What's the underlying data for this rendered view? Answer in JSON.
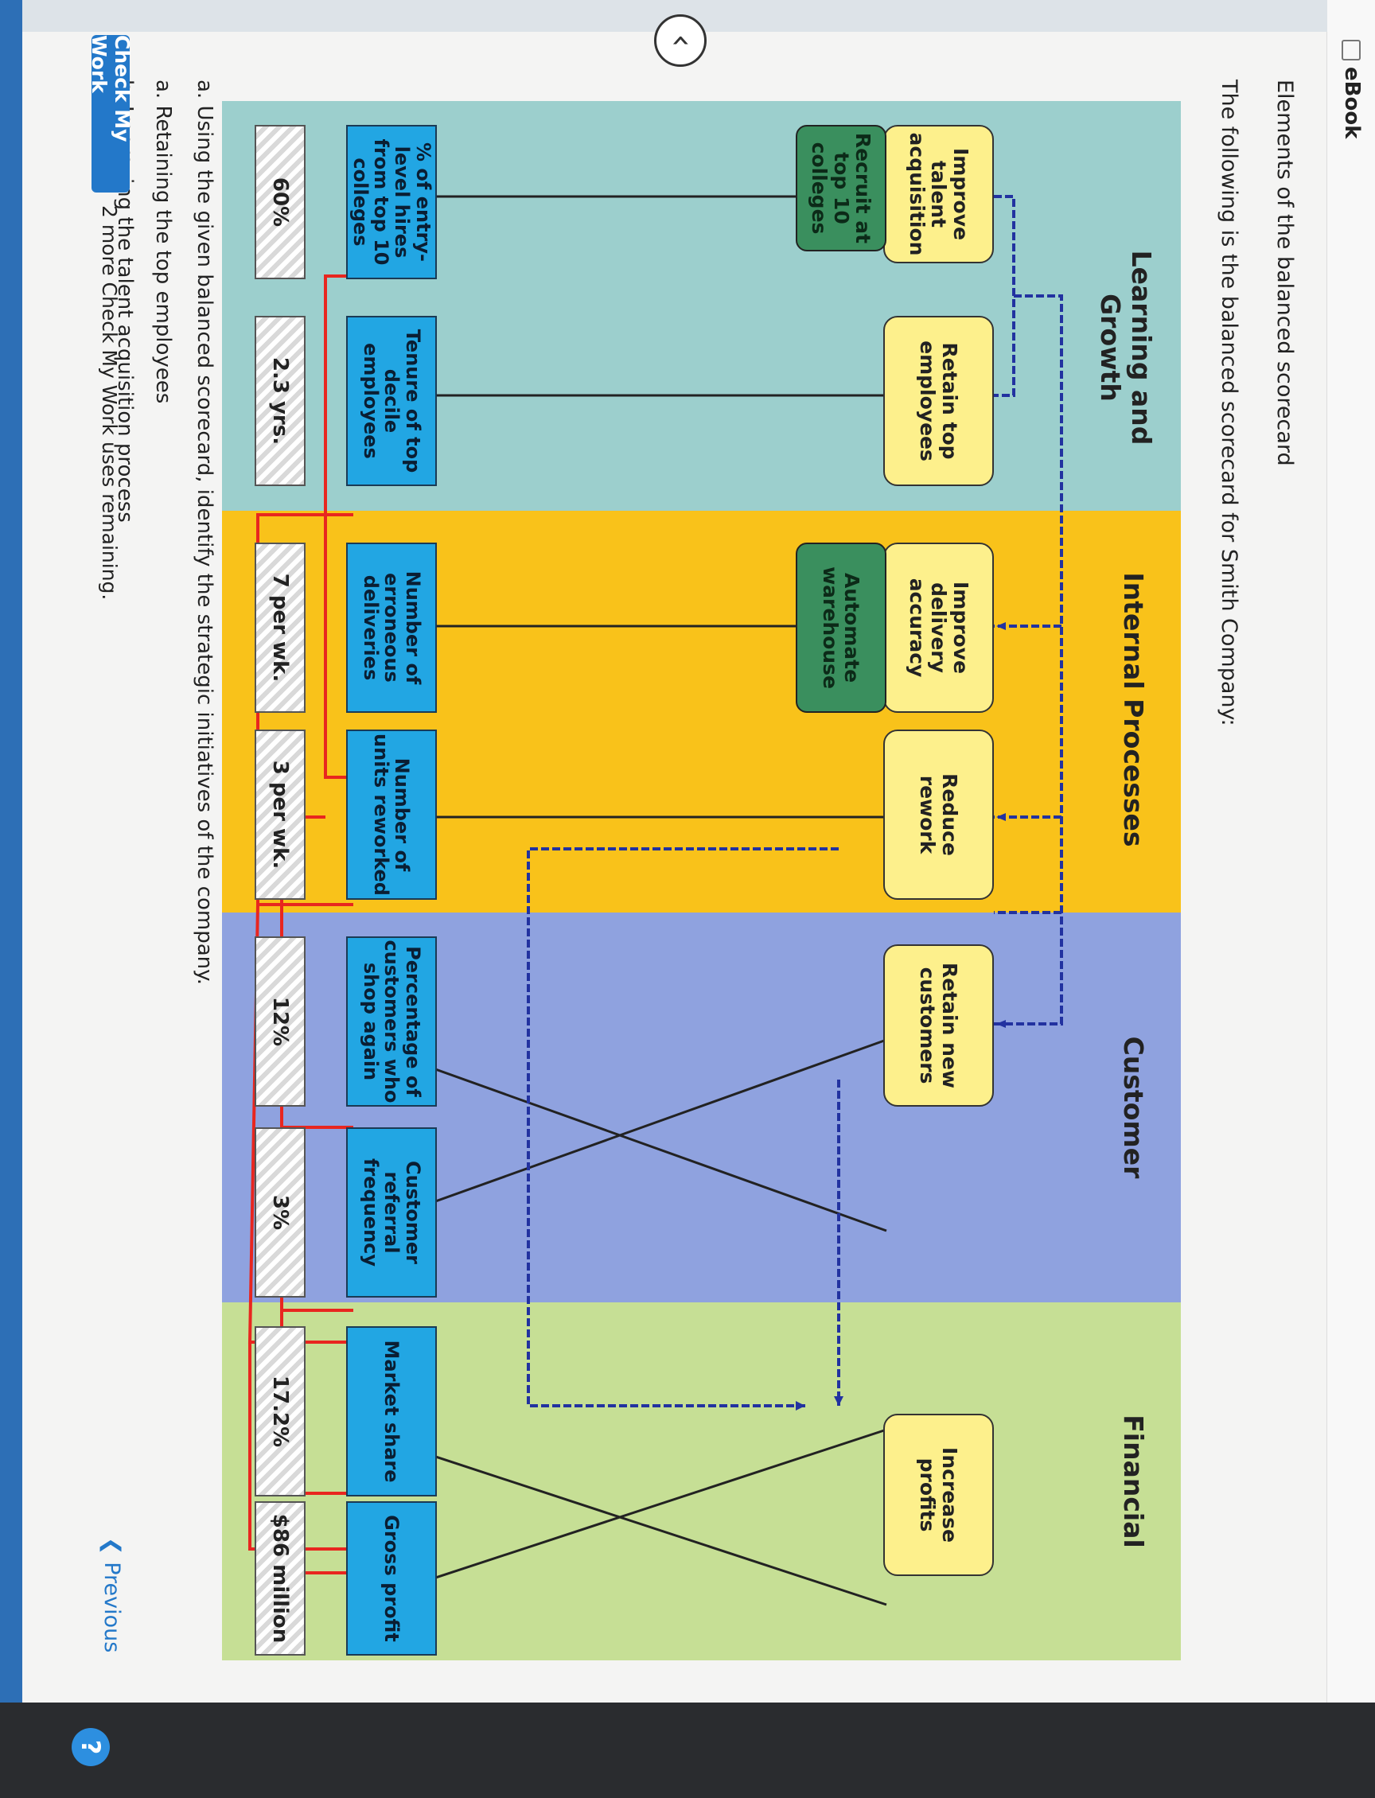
{
  "header": {
    "title": "eBook"
  },
  "page": {
    "heading": "Elements of the balanced scorecard",
    "intro": "The following is the balanced scorecard for Smith Company:"
  },
  "scorecard": {
    "perspectives": {
      "learning": "Learning and Growth",
      "internal": "Internal Processes",
      "customer": "Customer",
      "financial": "Financial"
    },
    "objectives": {
      "talent": "Improve talent acquisition",
      "retain_emp": "Retain top employees",
      "delivery": "Improve delivery accuracy",
      "rework": "Reduce rework",
      "retain_cust": "Retain new customers",
      "profits": "Increase profits"
    },
    "initiatives": {
      "recruit": "Recruit at top 10 colleges",
      "automate": "Automate warehouse"
    },
    "measures": {
      "entry": "% of entry-level hires from top 10 colleges",
      "tenure": "Tenure of top decile employees",
      "erroneous": "Number of erroneous deliveries",
      "reworked": "Number of units reworked",
      "shop_again": "Percentage of customers who shop again",
      "referral": "Customer referral frequency",
      "market": "Market share",
      "gross": "Gross profit"
    },
    "targets": {
      "entry": "60%",
      "tenure": "2.3 yrs.",
      "erroneous": "7 per wk.",
      "reworked": "3 per wk.",
      "shop_again": "12%",
      "referral": "3%",
      "market": "17.2%",
      "gross": "$86 million"
    }
  },
  "questions": {
    "part_a": "a. Using the given balanced scorecard, identify the strategic initiatives of the company.",
    "a": "a. Retaining the top employees",
    "b": "b. Improving the talent acquisition process"
  },
  "footer": {
    "check_button": "Check My Work",
    "remaining": "2 more Check My Work uses remaining.",
    "previous": "Previous"
  },
  "colors": {
    "learning": "#9ccfcd",
    "internal": "#f9c21a",
    "customer": "#8fa2df",
    "financial": "#c6df95",
    "objective": "#fdf08c",
    "measure": "#22a6e3",
    "initiative": "#3a8f5e",
    "link_red": "#e8261f",
    "link_blue": "#2232a0"
  },
  "icons": [
    "book-icon",
    "chevron-left-icon",
    "help-icon"
  ]
}
